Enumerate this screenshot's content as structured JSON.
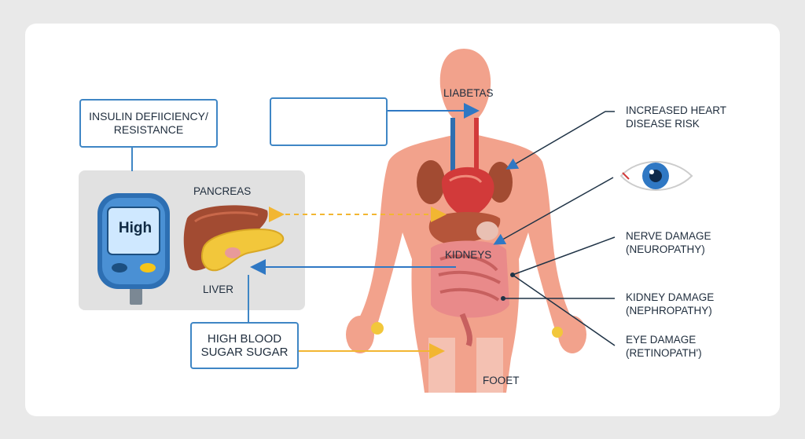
{
  "boxes": {
    "insulin": "INSULIN DEFIICIENCY/\nRESISTANCE",
    "high_blood_sugar": "HIGH BLOOD\nSUGAR SUGAR"
  },
  "labels": {
    "pancreas": "PANCREAS",
    "liver": "LIVER",
    "liabetas": "LIABETAS",
    "kidneys": "KIDNEYS",
    "fooet": "FOOET",
    "meter_display": "High"
  },
  "complications": [
    {
      "text": "INCREASED HEART\nDISEASE RISK"
    },
    {
      "text": "NERVE DAMAGE\n(NEUROPATHY)"
    },
    {
      "text": "KIDNEY DAMAGE\n(NEPHROPATHY)"
    },
    {
      "text": "EYE DAMAGE\n(RETINOPATH')"
    }
  ],
  "colors": {
    "accent_blue": "#3f86c5",
    "arrow_yellow": "#f2b632",
    "skin": "#f2a28c",
    "line_dark": "#1f3346"
  }
}
